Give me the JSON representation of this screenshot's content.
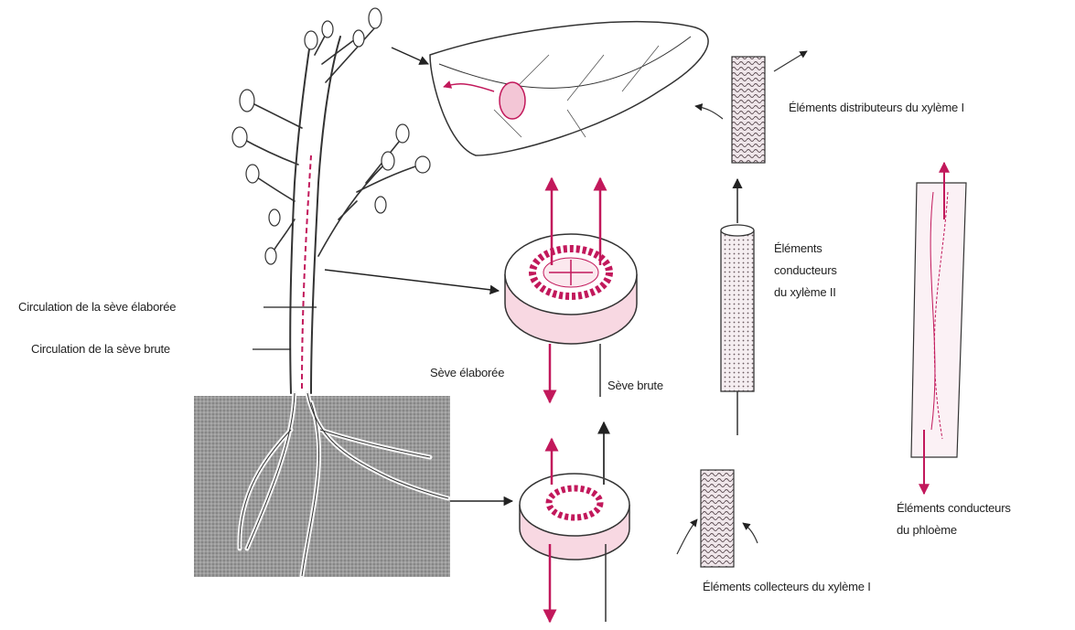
{
  "labels": {
    "elabore_circulation": "Circulation de la sève élaborée",
    "brute_circulation": "Circulation de la sève brute",
    "seve_elaboree": "Sève élaborée",
    "seve_brute": "Sève brute",
    "distributeurs": "Éléments distributeurs du xylème I",
    "conducteurs_xylem_1": "Éléments",
    "conducteurs_xylem_2": "conducteurs",
    "conducteurs_xylem_3": "du xylème II",
    "phloeme_1": "Éléments conducteurs",
    "phloeme_2": "du phloème",
    "collecteurs": "Éléments collecteurs du xylème I"
  },
  "colors": {
    "accent": "#c2185b",
    "accent_light": "#f3c6d6",
    "ink": "#222222",
    "soil": "#8c8c8c"
  }
}
